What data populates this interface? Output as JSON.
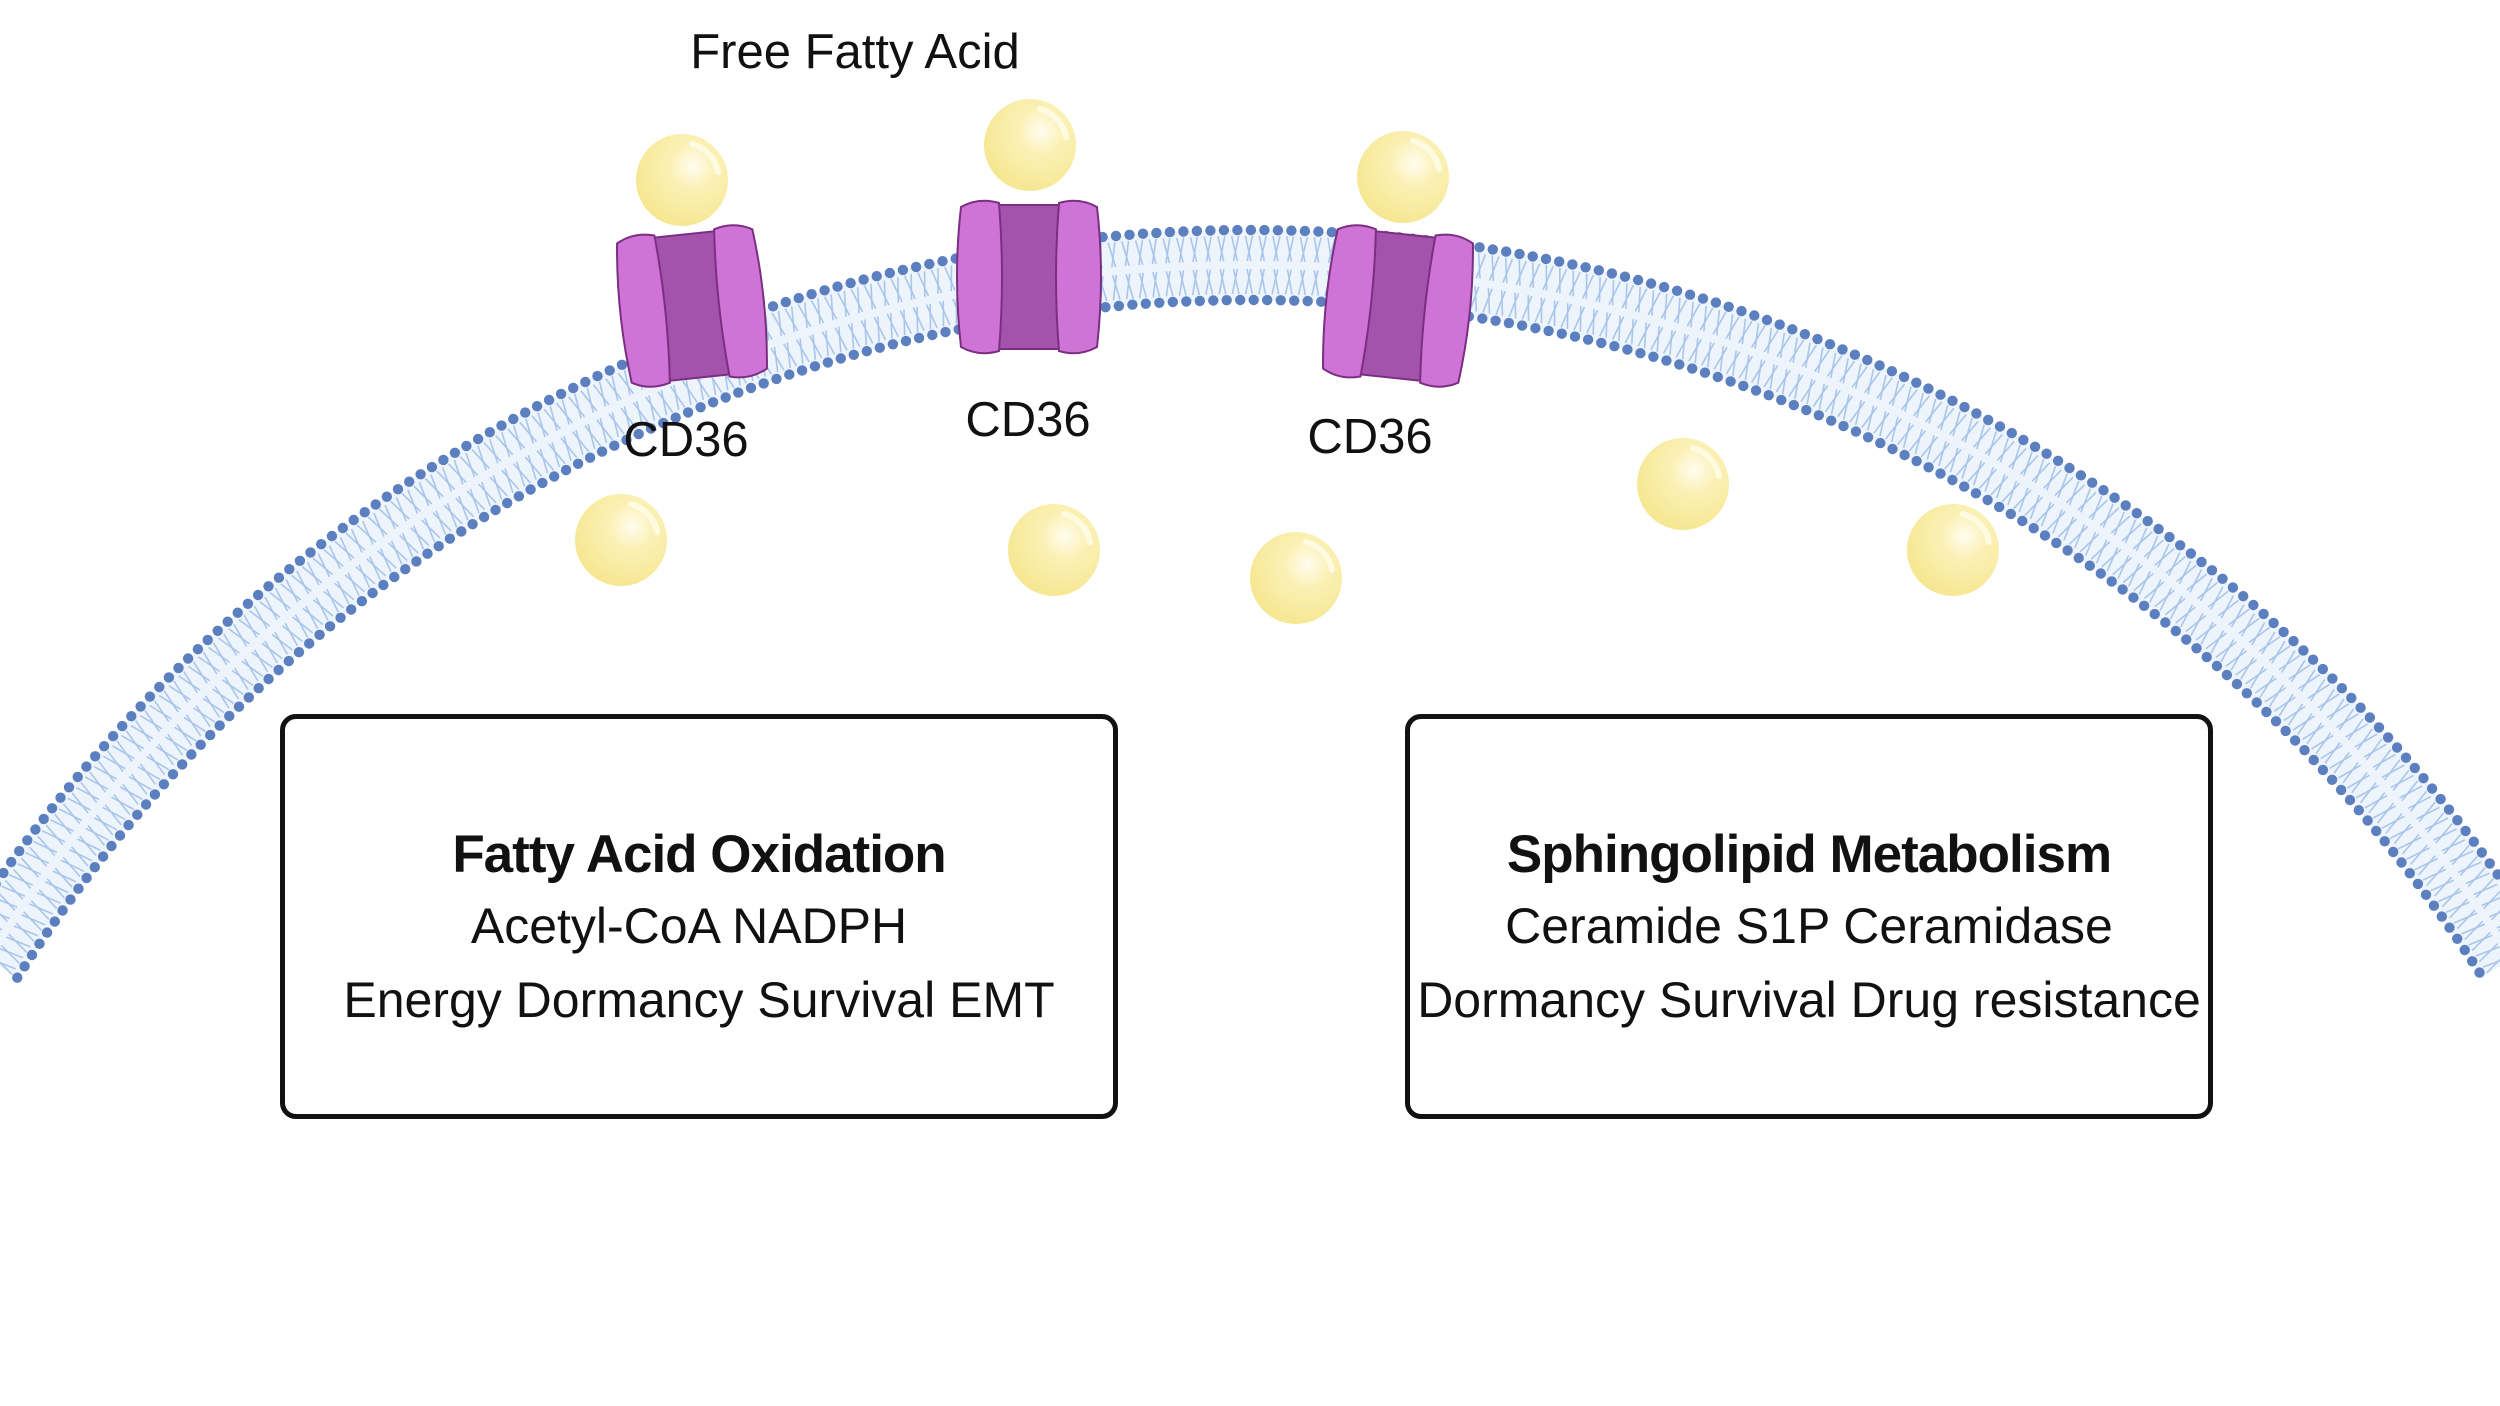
{
  "free_fatty_acid_label": "Free Fatty Acid",
  "transporters": [
    {
      "label": "CD36"
    },
    {
      "label": "CD36"
    },
    {
      "label": "CD36"
    }
  ],
  "boxes": {
    "fao": {
      "title": "Fatty Acid Oxidation",
      "line1": "Acetyl-CoA  NADPH",
      "line2": "Energy Dormancy Survival EMT"
    },
    "sphingo": {
      "title": "Sphingolipid Metabolism",
      "line1": "Ceramide  S1P Ceramidase",
      "line2": "Dormancy Survival Drug resistance"
    }
  },
  "colors": {
    "membrane_head": "#5b7fbf",
    "membrane_tail": "#a9c6ea",
    "protein_light": "#cf74d6",
    "protein_dark": "#a453ac",
    "protein_outline": "#7a2f83",
    "fatty_acid": "#faec9f",
    "fatty_acid_highlight": "#fffbe0"
  }
}
